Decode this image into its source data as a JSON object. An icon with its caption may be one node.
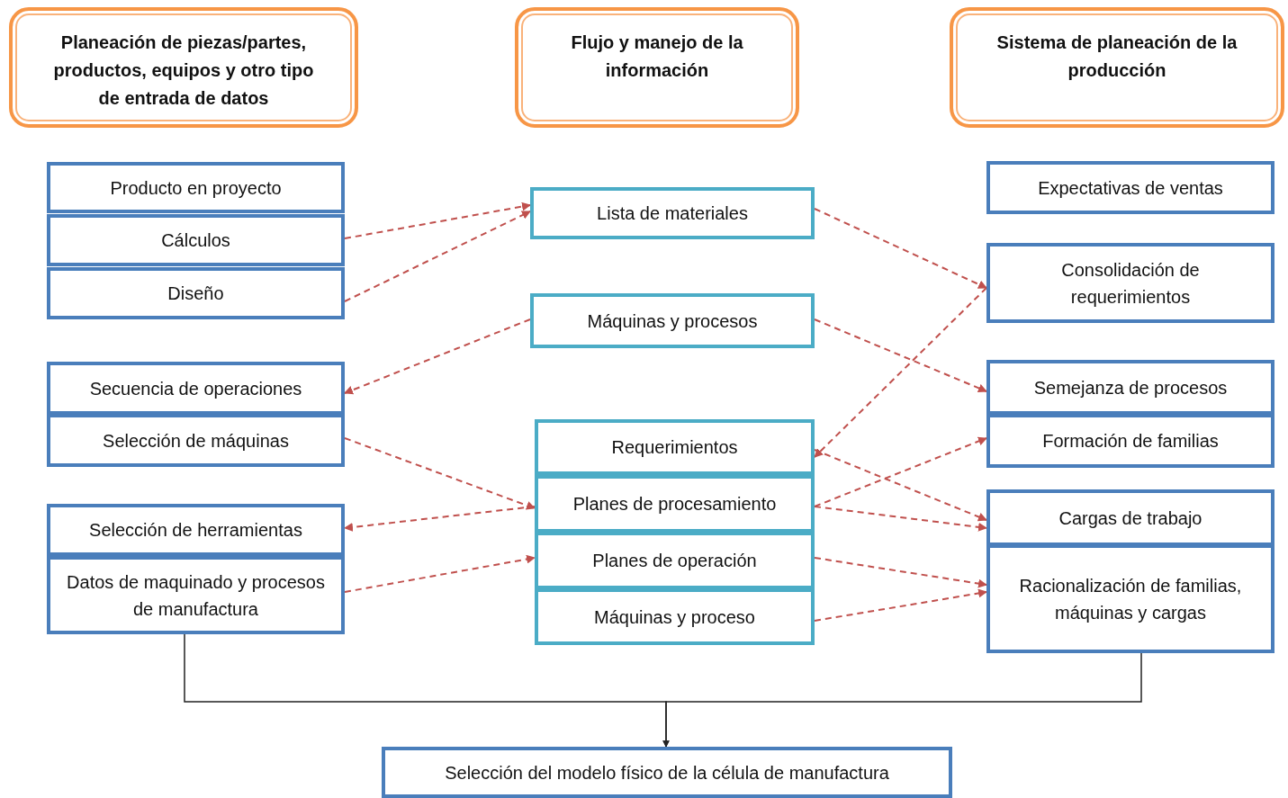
{
  "diagram": {
    "nodes": [
      {
        "text": [
          "Planeación de piezas/partes, productos, equipos y otro tipo de entrada de datos"
        ]
      },
      {
        "text": [
          "Flujo y manejo de la información"
        ]
      },
      {
        "text": [
          "Sistema de planeación de la producción"
        ]
      },
      {
        "text": [
          "Producto en proyecto"
        ]
      },
      {
        "text": [
          "Cálculos"
        ]
      },
      {
        "text": [
          "Diseño"
        ]
      },
      {
        "text": [
          "Secuencia de operaciones"
        ]
      },
      {
        "text": [
          "Selección de máquinas"
        ]
      },
      {
        "text": [
          "Selección de herramientas"
        ]
      },
      {
        "text": [
          "Datos de maquinado y procesos de manufactura"
        ]
      },
      {
        "text": [
          "Lista de materiales"
        ]
      },
      {
        "text": [
          "Máquinas y procesos"
        ]
      },
      {
        "text": [
          "Requerimientos"
        ]
      },
      {
        "text": [
          "Planes de procesamiento"
        ]
      },
      {
        "text": [
          "Planes de operación"
        ]
      },
      {
        "text": [
          "Máquinas y proceso"
        ]
      },
      {
        "text": [
          "Expectativas de ventas"
        ]
      },
      {
        "text": [
          "Consolidación de requerimientos"
        ]
      },
      {
        "text": [
          "Semejanza de procesos"
        ]
      },
      {
        "text": [
          "Formación de familias"
        ]
      },
      {
        "text": [
          "Cargas de trabajo"
        ]
      },
      {
        "text": [
          "Racionalización de familias, máquinas y cargas"
        ]
      },
      {
        "text": [
          "Selección del modelo físico de la célula de manufactura"
        ]
      }
    ],
    "edges": [
      {
        "from": 4,
        "to": 10,
        "arrow": "to",
        "style": "dashed",
        "color": "#c0504d"
      },
      {
        "from": 5,
        "to": 10,
        "arrow": "to",
        "style": "dashed",
        "color": "#c0504d"
      },
      {
        "from": 11,
        "to": 6,
        "arrow": "to",
        "style": "dashed",
        "color": "#c0504d"
      },
      {
        "from": 7,
        "to": 13,
        "arrow": "to",
        "style": "dashed",
        "color": "#c0504d"
      },
      {
        "from": 13,
        "to": 8,
        "arrow": "to",
        "style": "dashed",
        "color": "#c0504d"
      },
      {
        "from": 9,
        "to": 14,
        "arrow": "to",
        "style": "dashed",
        "color": "#c0504d"
      },
      {
        "from": 10,
        "to": 17,
        "arrow": "to",
        "style": "dashed",
        "color": "#c0504d"
      },
      {
        "from": 11,
        "to": 18,
        "arrow": "to",
        "style": "dashed",
        "color": "#c0504d"
      },
      {
        "from": 17,
        "to": 12,
        "arrow": "to",
        "style": "dashed",
        "color": "#c0504d"
      },
      {
        "from": 12,
        "to": 20,
        "arrow": "to",
        "style": "dashed",
        "color": "#c0504d"
      },
      {
        "from": 13,
        "to": 19,
        "arrow": "to",
        "style": "dashed",
        "color": "#c0504d"
      },
      {
        "from": 13,
        "to": 20,
        "arrow": "to",
        "style": "dashed",
        "color": "#c0504d"
      },
      {
        "from": 14,
        "to": 21,
        "arrow": "to",
        "style": "dashed",
        "color": "#c0504d"
      },
      {
        "from": 15,
        "to": 21,
        "arrow": "to",
        "style": "dashed",
        "color": "#c0504d"
      },
      {
        "from": 9,
        "to": 22,
        "arrow": "to",
        "color": "#222222"
      },
      {
        "from": 21,
        "to": 22,
        "arrow": "to",
        "color": "#222222"
      }
    ]
  }
}
